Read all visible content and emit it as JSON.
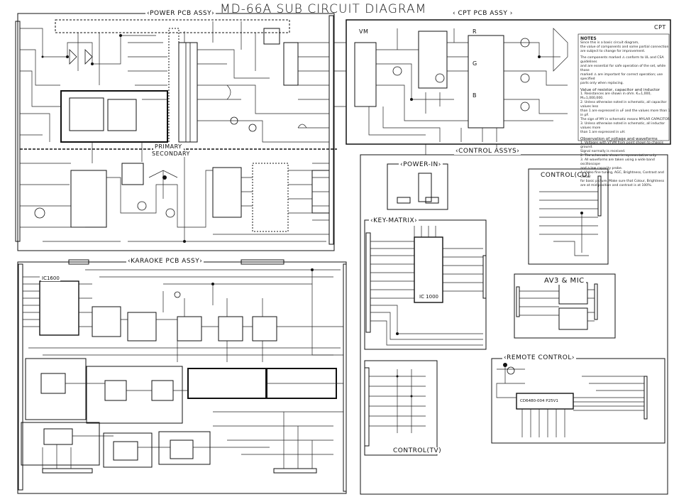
{
  "title": "MD-66A SUB CIRCUIT DIAGRAM",
  "sections": {
    "power": "‹POWER PCB ASSY›",
    "cpt": "‹ CPT PCB ASSY ›",
    "control": "‹CONTROL ASSYS›",
    "karaoke": "‹KARAOKE PCB ASSY›",
    "power_in": "‹POWER-IN›",
    "key_matrix": "‹KEY-MATRIX›",
    "control_cd": "CONTROL(CD)",
    "av3_mic": "AV3 & MIC",
    "remote": "‹REMOTE CONTROL›",
    "control_tv": "CONTROL(TV)"
  },
  "labels": {
    "vm": "VM",
    "cpt": "CPT",
    "r": "R",
    "g": "G",
    "b": "B",
    "primary": "PRIMARY",
    "secondary": "SECONDARY"
  },
  "notes": {
    "heading": "NOTES",
    "lines": [
      "Since this is a basic circuit diagram,",
      "the value of components and some partial connection",
      "are subject to change for improvement.",
      "The components marked ⚠ conform to UL and CSA guidelines",
      "and are essential for safe operation of the set, while those",
      "marked ⚠ are important for correct operation; use specified",
      "parts only when replacing."
    ],
    "resistor_heading": "Value of resistor, capacitor and inductor",
    "resistor_lines": [
      "1. Resistances are shown in ohm. K=1,000, M=1,000,000.",
      "2. Unless otherwise noted in schematic, all capacitor values less",
      "   than 1 are expressed in uF and the values more than 1 in pF.",
      "   The sign of MY in schematic means MYLAR CAPACITOR.",
      "3. Unless otherwise noted in schematic, all inductor values more",
      "   than 1 are expressed in uH."
    ],
    "voltage_heading": "Observation of voltage and waveforms",
    "voltage_lines": [
      "1. Voltages with VTVM from point shown to chassis ground.",
      "   Signal normally is received.",
      "2. The schematic shown is representative only.",
      "3. All waveforms are taken using a wide band oscilloscope",
      "   and a low capacity probe.",
      "4. Video fine tuning, AGC, Brightness, Contrast and Colour",
      "   for basic picture. Make sure that Colour, Brightness",
      "   are at mid position and contrast is at 100%."
    ]
  },
  "chips": {
    "karaoke_main": "IC1600",
    "key_ic": "IC 1000",
    "remote_ic": "CD6480-004 P25V1"
  }
}
